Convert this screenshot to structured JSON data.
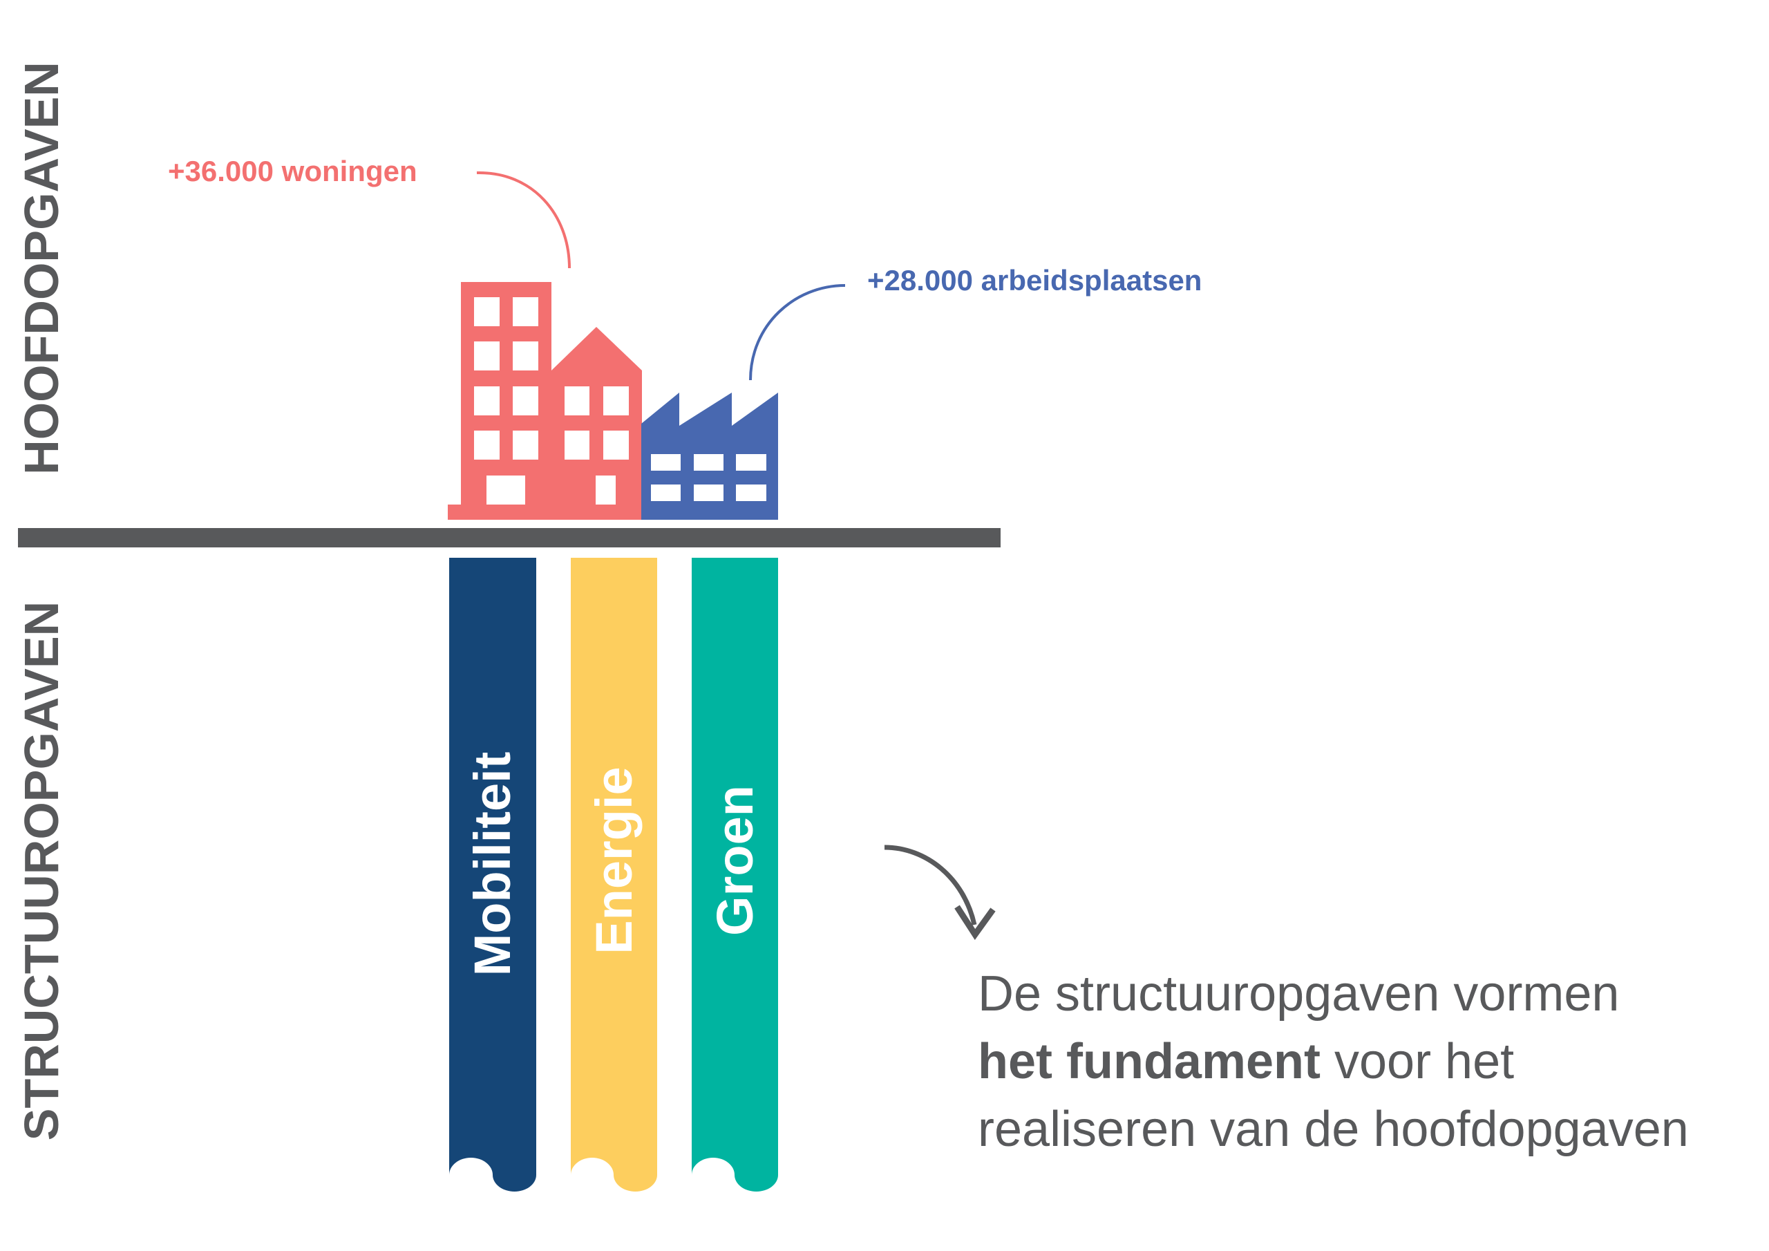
{
  "side_labels": {
    "top": "HOOFDOPGAVEN",
    "bottom": "STRUCTUUROPGAVEN"
  },
  "callouts": {
    "housing": "+36.000 woningen",
    "jobs": "+28.000 arbeidsplaatsen"
  },
  "pillars": [
    {
      "label": "Mobiliteit",
      "color": "#154677"
    },
    {
      "label": "Energie",
      "color": "#fdce5e"
    },
    {
      "label": "Groen",
      "color": "#00b4a0"
    }
  ],
  "statement": {
    "line1": "De structuuropgaven vormen",
    "line2_bold": "het fundament",
    "line2_rest": " voor het",
    "line3": "realiseren van de hoofdopgaven"
  },
  "colors": {
    "housing": "#f37070",
    "jobs": "#4868b0",
    "text": "#58595b"
  }
}
